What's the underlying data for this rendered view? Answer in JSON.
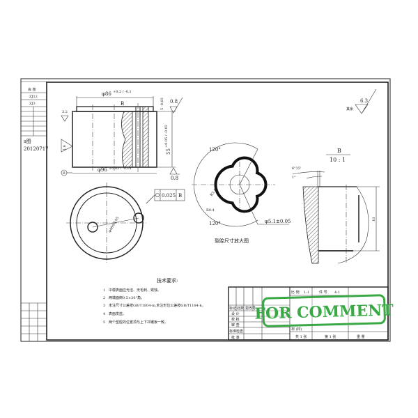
{
  "sidebar": {
    "cells": [
      "会 签",
      "ZJ12",
      "ZJ3"
    ],
    "drawing_no": "s图",
    "date": "20120717"
  },
  "front_view": {
    "dim_top": "φ86",
    "dim_top_tol": "+0.2 / -0.1",
    "dim_bottom": "φ96",
    "dim_bottom_tol": "+0.03 / -0.01",
    "dim_height": "55",
    "dim_height_tol": "+0.05 / -0.02",
    "dim_step": "5",
    "dim_step_tol": "-0.03",
    "detail_ref": "B",
    "roughness_top": "0.8",
    "roughness_bottom": "0.8",
    "roughness_left": "3.2",
    "roughness_side": "1.6",
    "datum": "B"
  },
  "plan_view": {
    "tolerance_value": "0.025",
    "tolerance_datum": "B",
    "dim_center": "φ48±0.05"
  },
  "cavity_detail": {
    "angle_top": "120°",
    "angle_bottom": "120°",
    "radius_1": "R3.45",
    "radius_2": "R0.4",
    "dim_dia": "φ5.1±0.05",
    "caption": "型腔尺寸放大图"
  },
  "detail_b": {
    "label": "B",
    "scale": "10 : 1",
    "angle_1": "6°15'",
    "angle_2": "1°",
    "dim": "10"
  },
  "roughness_general": {
    "value": "6.3",
    "note": "其余"
  },
  "requirements": {
    "title": "技术要求:",
    "items": [
      {
        "n": "1",
        "text": "中模表面应光洁、无毛刺、锈蚀。"
      },
      {
        "n": "2",
        "text": "两端面倒0.5×30°角。"
      },
      {
        "n": "3",
        "text": "未注尺寸公差按GB/T1804-m,未注形位公差按GB/T1184-k。"
      },
      {
        "n": "4",
        "text": "表面发蓝。"
      },
      {
        "n": "5",
        "text": "两个型腔的位置须与上下冲镶板一致。"
      }
    ]
  },
  "title_block": {
    "scale_label": "比 例",
    "scale_value": "1:1",
    "sheet_label": "件 号",
    "sheet_value": "4-1",
    "rows": [
      "标记",
      "处数",
      "更改号",
      "设 计",
      "校 核",
      "审 查",
      "标准检查",
      "批 准"
    ],
    "count_label": "共 1 张",
    "page_label": "第 1 张",
    "weight_label": "重 量",
    "material_label": "材 (材)"
  },
  "stamp": {
    "text": "FOR COMMENT",
    "color": "#3aa845"
  }
}
